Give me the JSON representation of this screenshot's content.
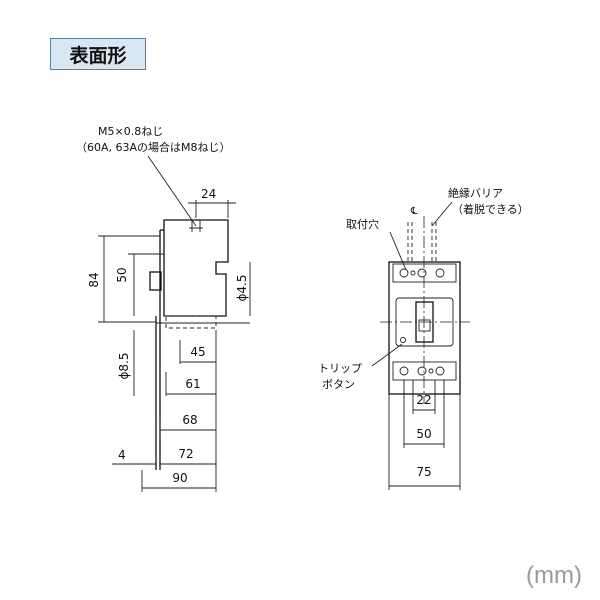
{
  "title": "表面形",
  "unit": "(mm)",
  "callouts": {
    "screw_line1": "M5×0.8ねじ",
    "screw_line2": "（60A, 63Aの場合はM8ねじ）",
    "mount_hole": "取付穴",
    "barrier_line1": "絶縁バリア",
    "barrier_line2": "（着脱できる）",
    "trip_line1": "トリップ",
    "trip_line2": "ボタン",
    "centerline_symbol": "℄"
  },
  "side_view_dims": {
    "d24": "24",
    "d84": "84",
    "d50": "50",
    "d_phi45": "ϕ4.5",
    "d_phi85": "ϕ8.5",
    "d45": "45",
    "d61": "61",
    "d68": "68",
    "d4": "4",
    "d72": "72",
    "d90": "90"
  },
  "front_view_dims": {
    "d22": "22",
    "d50": "50",
    "d75": "75"
  }
}
